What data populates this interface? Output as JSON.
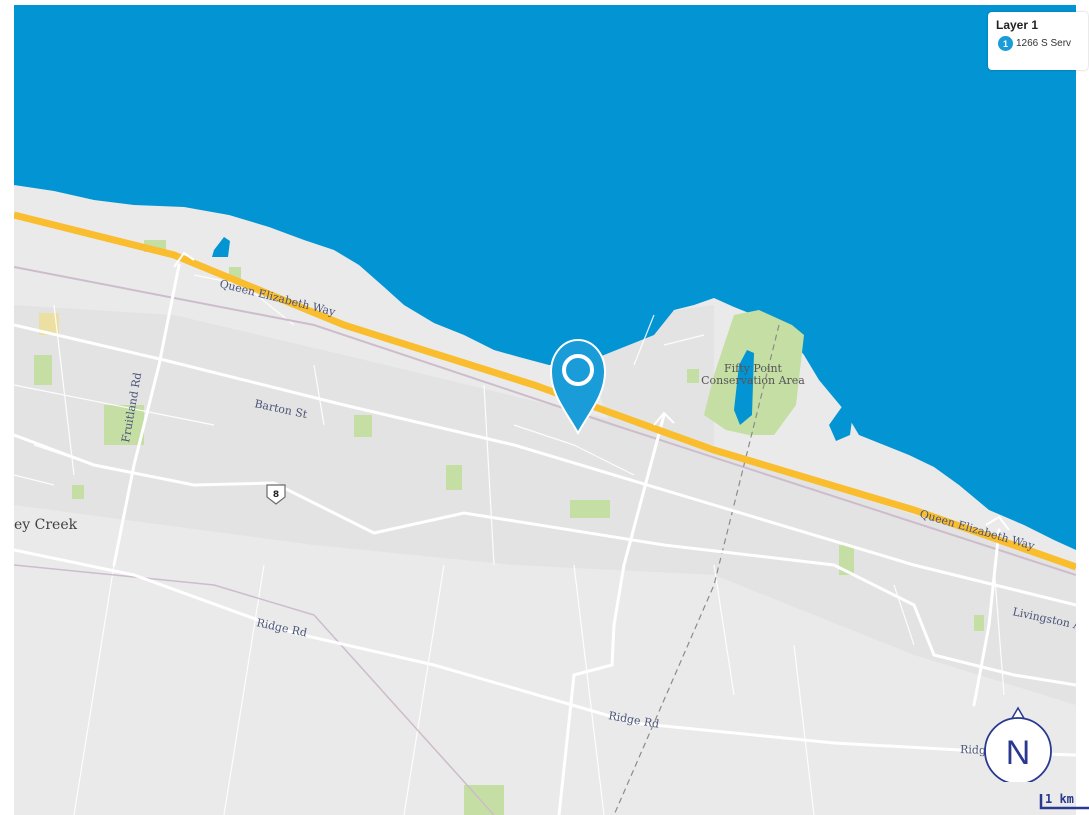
{
  "legend": {
    "title": "Layer 1",
    "item_number": "1",
    "item_text": "1266 S Serv"
  },
  "labels": {
    "qew_west": "Queen Elizabeth Way",
    "qew_east": "Queen Elizabeth Way",
    "fruitland": "Fruitland Rd",
    "barton": "Barton St",
    "highway_shield": "8",
    "place": "ey Creek",
    "park_line1": "Fifty Point",
    "park_line2": "Conservation Area",
    "ridge_west": "Ridge Rd",
    "ridge_mid": "Ridge Rd",
    "ridge_east": "Ridg",
    "livingston": "Livingston A"
  },
  "compass": {
    "label": "N"
  },
  "scale": {
    "label": "1 km"
  },
  "colors": {
    "water": "#0394d3",
    "land": "#eaeaea",
    "highway": "#f9bd2e",
    "park": "#c4dea4",
    "marker": "#1a9cd8"
  },
  "icons": {
    "marker": "map-pin-icon",
    "compass": "north-arrow-icon"
  }
}
